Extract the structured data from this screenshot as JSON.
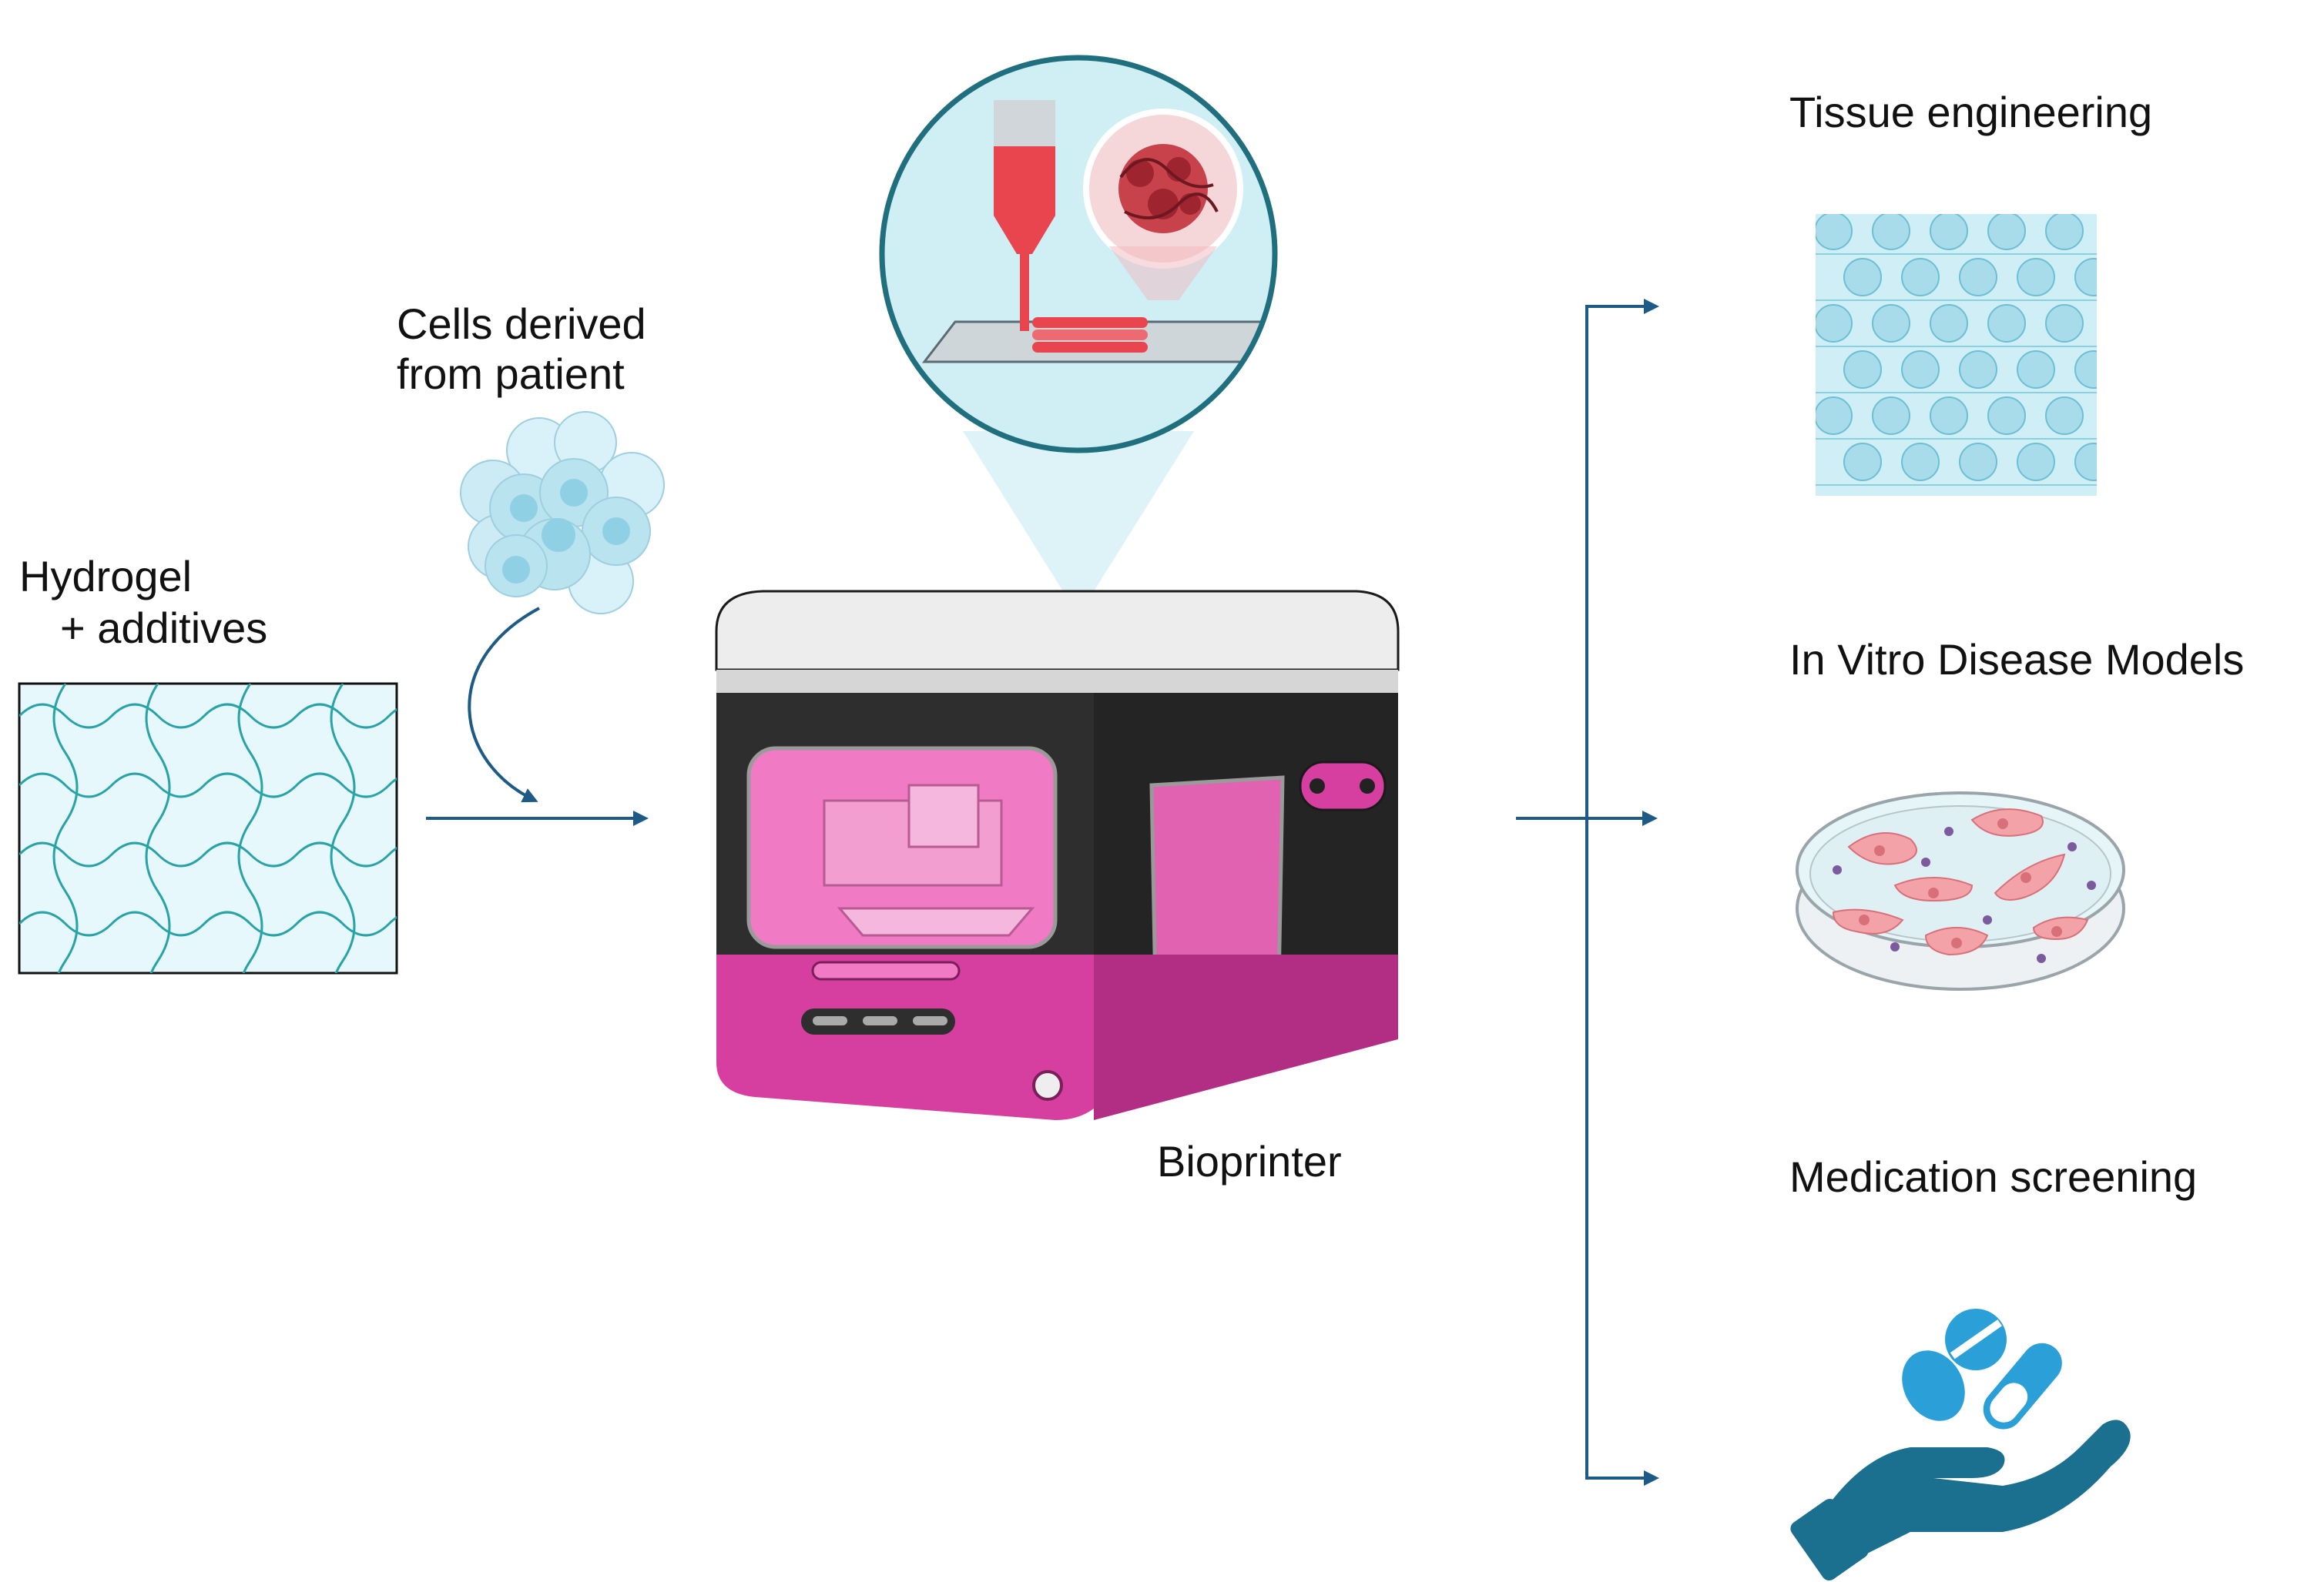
{
  "labels": {
    "hydrogel_line1": "Hydrogel",
    "hydrogel_line2": "+ additives",
    "cells_line1": "Cells derived",
    "cells_line2": "from patient",
    "bioprinter": "Bioprinter",
    "tissue_engineering": "Tissue engineering",
    "disease_models": "In Vitro Disease Models",
    "medication_screening": "Medication screening"
  },
  "colors": {
    "arrow": "#1d5b86",
    "printer_pink": "#d63fa0",
    "printer_body": "#2e2e2e",
    "cell_fill": "#b9e3ef",
    "hydrogel_fill": "#e6f8fb",
    "hydrogel_line": "#2aa3a8",
    "zoom_bg": "#cfeff4",
    "zoom_border": "#1f6f7f",
    "bioink_red": "#e8454f",
    "hand": "#1b6f8f",
    "pill": "#2a9fd8"
  },
  "icons": [
    "hydrogel-mesh-icon",
    "cell-cluster-icon",
    "bioprinter-icon",
    "printing-zoom-icon",
    "tissue-grid-icon",
    "petri-dish-icon",
    "medication-hand-icon"
  ]
}
